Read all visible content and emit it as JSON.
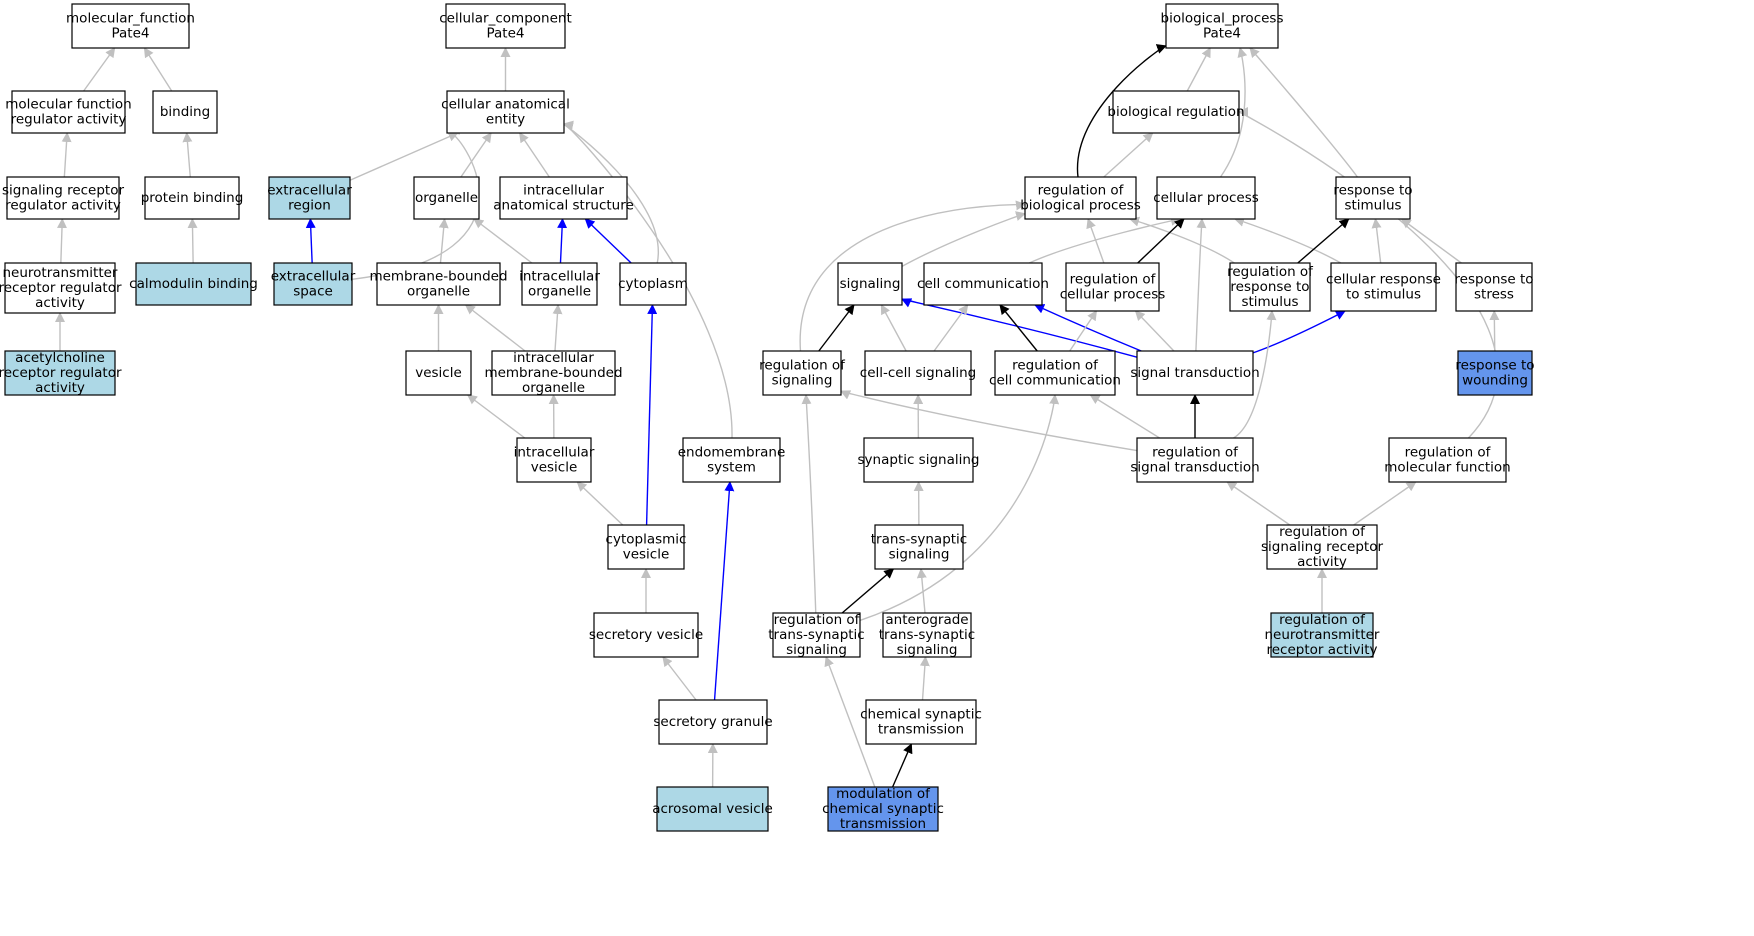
{
  "colors": {
    "node_default": "#ffffff",
    "node_light": "#add8e6",
    "node_strong": "#6495ed",
    "edge_gray": "#c0c0c0",
    "edge_black": "#000000",
    "edge_blue": "#0000ff"
  },
  "nodes": [
    {
      "id": "mf_root",
      "lines": [
        "molecular_function",
        "Pate4"
      ],
      "fill": "default"
    },
    {
      "id": "cc_root",
      "lines": [
        "cellular_component",
        "Pate4"
      ],
      "fill": "default"
    },
    {
      "id": "bp_root",
      "lines": [
        "biological_process",
        "Pate4"
      ],
      "fill": "default"
    },
    {
      "id": "mfra",
      "lines": [
        "molecular function",
        "regulator activity"
      ],
      "fill": "default"
    },
    {
      "id": "binding",
      "lines": [
        "binding"
      ],
      "fill": "default"
    },
    {
      "id": "cae",
      "lines": [
        "cellular anatomical",
        "entity"
      ],
      "fill": "default"
    },
    {
      "id": "bioreg",
      "lines": [
        "biological regulation"
      ],
      "fill": "default"
    },
    {
      "id": "srra",
      "lines": [
        "signaling receptor",
        "regulator activity"
      ],
      "fill": "default"
    },
    {
      "id": "protbind",
      "lines": [
        "protein binding"
      ],
      "fill": "default"
    },
    {
      "id": "extreg",
      "lines": [
        "extracellular",
        "region"
      ],
      "fill": "light"
    },
    {
      "id": "organelle",
      "lines": [
        "organelle"
      ],
      "fill": "default"
    },
    {
      "id": "ias",
      "lines": [
        "intracellular",
        "anatomical structure"
      ],
      "fill": "default"
    },
    {
      "id": "regbp",
      "lines": [
        "regulation of",
        "biological process"
      ],
      "fill": "default"
    },
    {
      "id": "cellproc",
      "lines": [
        "cellular process"
      ],
      "fill": "default"
    },
    {
      "id": "resp_stim",
      "lines": [
        "response to",
        "stimulus"
      ],
      "fill": "default"
    },
    {
      "id": "ntra",
      "lines": [
        "neurotransmitter",
        "receptor regulator",
        "activity"
      ],
      "fill": "default"
    },
    {
      "id": "calmod",
      "lines": [
        "calmodulin binding"
      ],
      "fill": "light"
    },
    {
      "id": "extspace",
      "lines": [
        "extracellular",
        "space"
      ],
      "fill": "light"
    },
    {
      "id": "mbo",
      "lines": [
        "membrane-bounded",
        "organelle"
      ],
      "fill": "default"
    },
    {
      "id": "intorg",
      "lines": [
        "intracellular",
        "organelle"
      ],
      "fill": "default"
    },
    {
      "id": "cytoplasm",
      "lines": [
        "cytoplasm"
      ],
      "fill": "default"
    },
    {
      "id": "signaling",
      "lines": [
        "signaling"
      ],
      "fill": "default"
    },
    {
      "id": "cellcomm",
      "lines": [
        "cell communication"
      ],
      "fill": "default"
    },
    {
      "id": "regcp",
      "lines": [
        "regulation of",
        "cellular process"
      ],
      "fill": "default"
    },
    {
      "id": "regrs",
      "lines": [
        "regulation of",
        "response to",
        "stimulus"
      ],
      "fill": "default"
    },
    {
      "id": "cellresp",
      "lines": [
        "cellular response",
        "to stimulus"
      ],
      "fill": "default"
    },
    {
      "id": "resp_stress",
      "lines": [
        "response to",
        "stress"
      ],
      "fill": "default"
    },
    {
      "id": "achra",
      "lines": [
        "acetylcholine",
        "receptor regulator",
        "activity"
      ],
      "fill": "light"
    },
    {
      "id": "vesicle",
      "lines": [
        "vesicle"
      ],
      "fill": "default"
    },
    {
      "id": "imbo",
      "lines": [
        "intracellular",
        "membrane-bounded",
        "organelle"
      ],
      "fill": "default"
    },
    {
      "id": "regsig",
      "lines": [
        "regulation of",
        "signaling"
      ],
      "fill": "default"
    },
    {
      "id": "ccsig",
      "lines": [
        "cell-cell signaling"
      ],
      "fill": "default"
    },
    {
      "id": "regcc",
      "lines": [
        "regulation of",
        "cell communication"
      ],
      "fill": "default"
    },
    {
      "id": "sigtrans",
      "lines": [
        "signal transduction"
      ],
      "fill": "default"
    },
    {
      "id": "resp_wound",
      "lines": [
        "response to",
        "wounding"
      ],
      "fill": "strong"
    },
    {
      "id": "intves",
      "lines": [
        "intracellular",
        "vesicle"
      ],
      "fill": "default"
    },
    {
      "id": "endomem",
      "lines": [
        "endomembrane",
        "system"
      ],
      "fill": "default"
    },
    {
      "id": "synsig",
      "lines": [
        "synaptic signaling"
      ],
      "fill": "default"
    },
    {
      "id": "regst",
      "lines": [
        "regulation of",
        "signal transduction"
      ],
      "fill": "default"
    },
    {
      "id": "regmf",
      "lines": [
        "regulation of",
        "molecular function"
      ],
      "fill": "default"
    },
    {
      "id": "cytoves",
      "lines": [
        "cytoplasmic",
        "vesicle"
      ],
      "fill": "default"
    },
    {
      "id": "tss",
      "lines": [
        "trans-synaptic",
        "signaling"
      ],
      "fill": "default"
    },
    {
      "id": "regsra",
      "lines": [
        "regulation of",
        "signaling receptor",
        "activity"
      ],
      "fill": "default"
    },
    {
      "id": "secves",
      "lines": [
        "secretory vesicle"
      ],
      "fill": "default"
    },
    {
      "id": "regtss",
      "lines": [
        "regulation of",
        "trans-synaptic",
        "signaling"
      ],
      "fill": "default"
    },
    {
      "id": "antero",
      "lines": [
        "anterograde",
        "trans-synaptic",
        "signaling"
      ],
      "fill": "default"
    },
    {
      "id": "regntra",
      "lines": [
        "regulation of",
        "neurotransmitter",
        "receptor activity"
      ],
      "fill": "light"
    },
    {
      "id": "secgran",
      "lines": [
        "secretory granule"
      ],
      "fill": "default"
    },
    {
      "id": "chemsyn",
      "lines": [
        "chemical synaptic",
        "transmission"
      ],
      "fill": "default"
    },
    {
      "id": "acroves",
      "lines": [
        "acrosomal vesicle"
      ],
      "fill": "light"
    },
    {
      "id": "modcst",
      "lines": [
        "modulation of",
        "chemical synaptic",
        "transmission"
      ],
      "fill": "strong"
    }
  ],
  "edges": [
    {
      "from": "mfra",
      "to": "mf_root",
      "color": "gray"
    },
    {
      "from": "binding",
      "to": "mf_root",
      "color": "gray"
    },
    {
      "from": "srra",
      "to": "mfra",
      "color": "gray"
    },
    {
      "from": "ntra",
      "to": "srra",
      "color": "gray"
    },
    {
      "from": "achra",
      "to": "ntra",
      "color": "gray"
    },
    {
      "from": "protbind",
      "to": "binding",
      "color": "gray"
    },
    {
      "from": "calmod",
      "to": "protbind",
      "color": "gray"
    },
    {
      "from": "cae",
      "to": "cc_root",
      "color": "gray"
    },
    {
      "from": "extreg",
      "to": "cae",
      "color": "gray"
    },
    {
      "from": "extspace",
      "to": "cae",
      "color": "gray"
    },
    {
      "from": "organelle",
      "to": "cae",
      "color": "gray"
    },
    {
      "from": "ias",
      "to": "cae",
      "color": "gray"
    },
    {
      "from": "cytoplasm",
      "to": "cae",
      "color": "gray"
    },
    {
      "from": "endomem",
      "to": "cae",
      "color": "gray"
    },
    {
      "from": "extspace",
      "to": "extreg",
      "color": "blue"
    },
    {
      "from": "mbo",
      "to": "organelle",
      "color": "gray"
    },
    {
      "from": "intorg",
      "to": "organelle",
      "color": "gray"
    },
    {
      "from": "intorg",
      "to": "ias",
      "color": "blue"
    },
    {
      "from": "cytoplasm",
      "to": "ias",
      "color": "blue"
    },
    {
      "from": "vesicle",
      "to": "mbo",
      "color": "gray"
    },
    {
      "from": "imbo",
      "to": "mbo",
      "color": "gray"
    },
    {
      "from": "imbo",
      "to": "intorg",
      "color": "gray"
    },
    {
      "from": "intves",
      "to": "vesicle",
      "color": "gray"
    },
    {
      "from": "intves",
      "to": "imbo",
      "color": "gray"
    },
    {
      "from": "cytoves",
      "to": "intves",
      "color": "gray"
    },
    {
      "from": "cytoves",
      "to": "cytoplasm",
      "color": "blue"
    },
    {
      "from": "secves",
      "to": "cytoves",
      "color": "gray"
    },
    {
      "from": "secgran",
      "to": "secves",
      "color": "gray"
    },
    {
      "from": "secgran",
      "to": "endomem",
      "color": "blue"
    },
    {
      "from": "acroves",
      "to": "secgran",
      "color": "gray"
    },
    {
      "from": "regbp",
      "to": "bp_root",
      "color": "black"
    },
    {
      "from": "bioreg",
      "to": "bp_root",
      "color": "gray"
    },
    {
      "from": "cellproc",
      "to": "bp_root",
      "color": "gray"
    },
    {
      "from": "resp_stim",
      "to": "bp_root",
      "color": "gray"
    },
    {
      "from": "regbp",
      "to": "bioreg",
      "color": "gray"
    },
    {
      "from": "regmf",
      "to": "bioreg",
      "color": "gray"
    },
    {
      "from": "signaling",
      "to": "regbp",
      "color": "gray"
    },
    {
      "from": "regsig",
      "to": "regbp",
      "color": "gray"
    },
    {
      "from": "regcp",
      "to": "regbp",
      "color": "gray"
    },
    {
      "from": "regrs",
      "to": "regbp",
      "color": "gray"
    },
    {
      "from": "cellcomm",
      "to": "cellproc",
      "color": "gray"
    },
    {
      "from": "regcp",
      "to": "cellproc",
      "color": "black"
    },
    {
      "from": "cellresp",
      "to": "cellproc",
      "color": "gray"
    },
    {
      "from": "sigtrans",
      "to": "cellproc",
      "color": "gray"
    },
    {
      "from": "regrs",
      "to": "resp_stim",
      "color": "black"
    },
    {
      "from": "cellresp",
      "to": "resp_stim",
      "color": "gray"
    },
    {
      "from": "resp_stress",
      "to": "resp_stim",
      "color": "gray"
    },
    {
      "from": "resp_wound",
      "to": "resp_stress",
      "color": "gray"
    },
    {
      "from": "regsig",
      "to": "signaling",
      "color": "black"
    },
    {
      "from": "ccsig",
      "to": "signaling",
      "color": "gray"
    },
    {
      "from": "sigtrans",
      "to": "signaling",
      "color": "blue"
    },
    {
      "from": "ccsig",
      "to": "cellcomm",
      "color": "gray"
    },
    {
      "from": "regcc",
      "to": "cellcomm",
      "color": "black"
    },
    {
      "from": "sigtrans",
      "to": "cellcomm",
      "color": "blue"
    },
    {
      "from": "regcc",
      "to": "regcp",
      "color": "gray"
    },
    {
      "from": "sigtrans",
      "to": "regcp",
      "color": "gray"
    },
    {
      "from": "sigtrans",
      "to": "cellresp",
      "color": "blue"
    },
    {
      "from": "regst",
      "to": "regrs",
      "color": "gray"
    },
    {
      "from": "regst",
      "to": "sigtrans",
      "color": "black"
    },
    {
      "from": "regst",
      "to": "regsig",
      "color": "gray"
    },
    {
      "from": "regst",
      "to": "regcc",
      "color": "gray"
    },
    {
      "from": "synsig",
      "to": "ccsig",
      "color": "gray"
    },
    {
      "from": "tss",
      "to": "synsig",
      "color": "gray"
    },
    {
      "from": "regtss",
      "to": "tss",
      "color": "black"
    },
    {
      "from": "antero",
      "to": "tss",
      "color": "gray"
    },
    {
      "from": "regtss",
      "to": "regsig",
      "color": "gray"
    },
    {
      "from": "regtss",
      "to": "regcc",
      "color": "gray"
    },
    {
      "from": "chemsyn",
      "to": "antero",
      "color": "gray"
    },
    {
      "from": "modcst",
      "to": "chemsyn",
      "color": "black"
    },
    {
      "from": "modcst",
      "to": "regtss",
      "color": "gray"
    },
    {
      "from": "regsra",
      "to": "regst",
      "color": "gray"
    },
    {
      "from": "regsra",
      "to": "regmf",
      "color": "gray"
    },
    {
      "from": "regntra",
      "to": "regsra",
      "color": "gray"
    }
  ]
}
